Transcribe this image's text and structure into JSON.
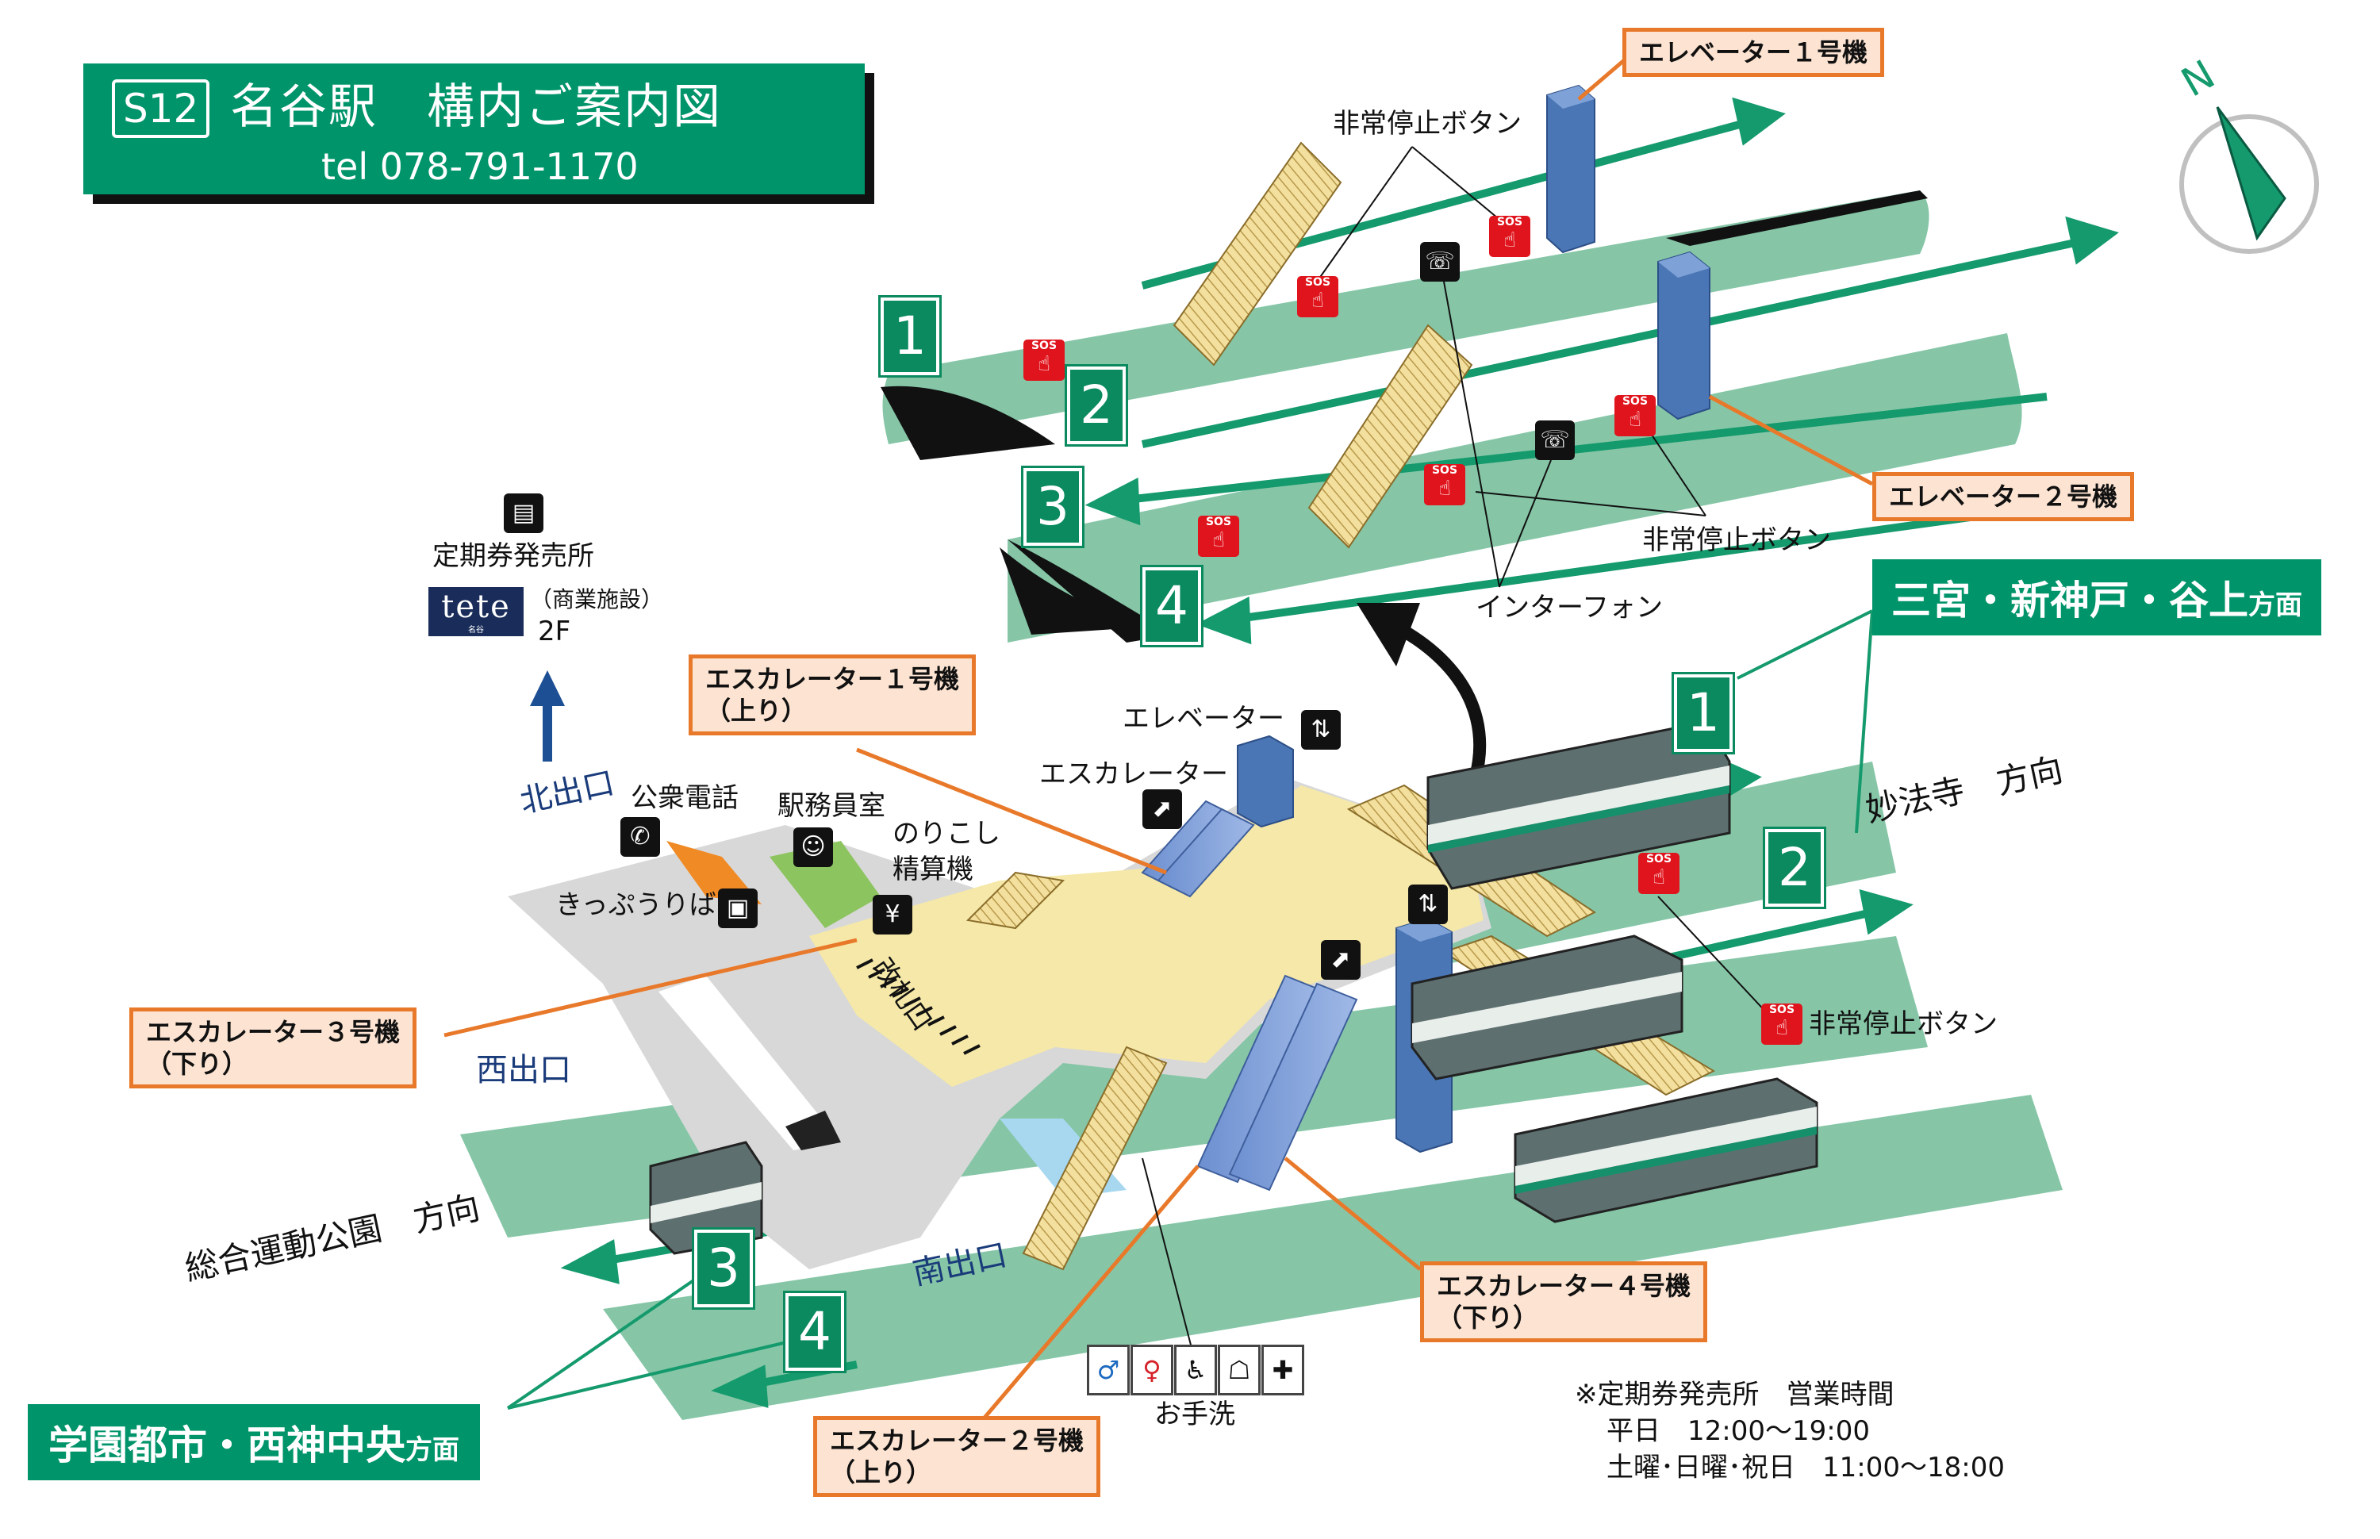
{
  "header": {
    "station_code": "S12",
    "title": "名谷駅　構内ご案内図",
    "tel": "tel 078-791-1170"
  },
  "directions": {
    "upper": {
      "main": "三宮・新神戸・谷上",
      "suffix": "方面"
    },
    "lower": {
      "main": "学園都市・西神中央",
      "suffix": "方面"
    },
    "myohoji": "妙法寺　方向",
    "sogo": "総合運動公園　方向"
  },
  "elevator_callouts": {
    "e1": "エレベーター１号機",
    "e2": "エレベーター２号機"
  },
  "escalator_callouts": {
    "e1": {
      "name": "エスカレーター１号機",
      "dir": "（上り）"
    },
    "e2": {
      "name": "エスカレーター２号機",
      "dir": "（上り）"
    },
    "e3": {
      "name": "エスカレーター３号機",
      "dir": "（下り）"
    },
    "e4": {
      "name": "エスカレーター４号機",
      "dir": "（下り）"
    }
  },
  "platform_labels": {
    "emergency_stop": "非常停止ボタン",
    "intercom": "インターフォン"
  },
  "track_numbers": [
    "1",
    "2",
    "3",
    "4"
  ],
  "concourse": {
    "elevator": "エレベーター",
    "escalator": "エスカレーター",
    "public_phone": "公衆電話",
    "station_office": "駅務員室",
    "fare_adjust": "のりこし",
    "fare_adjust2": "精算機",
    "ticket_counter": "きっぷうりば",
    "gate": "改札口",
    "toilet": "お手洗",
    "emergency_stop": "非常停止ボタン"
  },
  "exits": {
    "north": "北出口",
    "west": "西出口",
    "south": "南出口"
  },
  "commuter_pass": {
    "label": "定期券発売所",
    "tete": "tete",
    "tete_sub": "名谷",
    "facility": "（商業施設）",
    "floor": "2F"
  },
  "hours": {
    "title": "※定期券発売所　営業時間",
    "weekday": "平日　12:00〜19:00",
    "weekend": "土曜･日曜･祝日　11:00〜18:00"
  },
  "compass": {
    "label": "N"
  },
  "colors": {
    "brand_green": "#00946a",
    "platform_green": "#86c6a7",
    "concourse_yellow": "#f5e8a8",
    "callout_border": "#e8792a",
    "callout_fill": "#fde4d2",
    "elevator_blue": "#4a76b5",
    "sos_red": "#e0141c"
  }
}
